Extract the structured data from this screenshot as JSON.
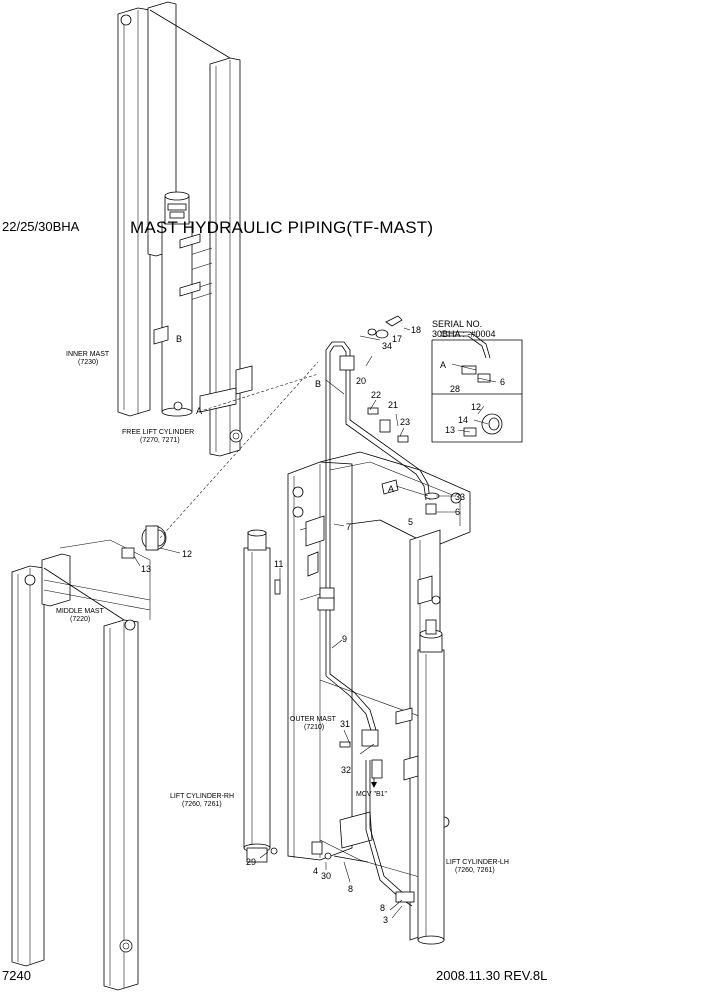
{
  "header": {
    "model_code": "22/25/30BHA",
    "title": "MAST HYDRAULIC PIPING(TF-MAST)"
  },
  "footer": {
    "page_number": "7240",
    "revision": "2008.11.30  REV.8L"
  },
  "component_labels": {
    "inner_mast": "INNER MAST",
    "inner_mast_code": "(7230)",
    "free_lift_cylinder": "FREE LIFT CYLINDER",
    "free_lift_cylinder_code": "(7270, 7271)",
    "middle_mast": "MIDDLE MAST",
    "middle_mast_code": "(7220)",
    "outer_mast": "OUTER MAST",
    "outer_mast_code": "(7210)",
    "lift_cylinder_rh": "LIFT CYLINDER-RH",
    "lift_cylinder_rh_code": "(7260, 7261)",
    "lift_cylinder_lh": "LIFT CYLINDER-LH",
    "lift_cylinder_lh_code": "(7260, 7261)",
    "mcv": "MCV \"B1\"",
    "serial_no": "SERIAL NO.",
    "serial_range": "30BHA : -#0004"
  },
  "detail_marks": {
    "a1": "A",
    "a2": "A",
    "a3": "A",
    "b1": "B",
    "b2": "B"
  },
  "part_numbers": {
    "p3": "3",
    "p4": "4",
    "p5": "5",
    "p6a": "6",
    "p6b": "6",
    "p7": "7",
    "p8a": "8",
    "p8b": "8",
    "p9": "9",
    "p11": "11",
    "p12a": "12",
    "p12b": "12",
    "p13a": "13",
    "p13b": "13",
    "p14": "14",
    "p17": "17",
    "p18": "18",
    "p20": "20",
    "p21": "21",
    "p22": "22",
    "p23": "23",
    "p28": "28",
    "p29": "29",
    "p30": "30",
    "p31": "31",
    "p32": "32",
    "p33": "33",
    "p34": "34"
  }
}
